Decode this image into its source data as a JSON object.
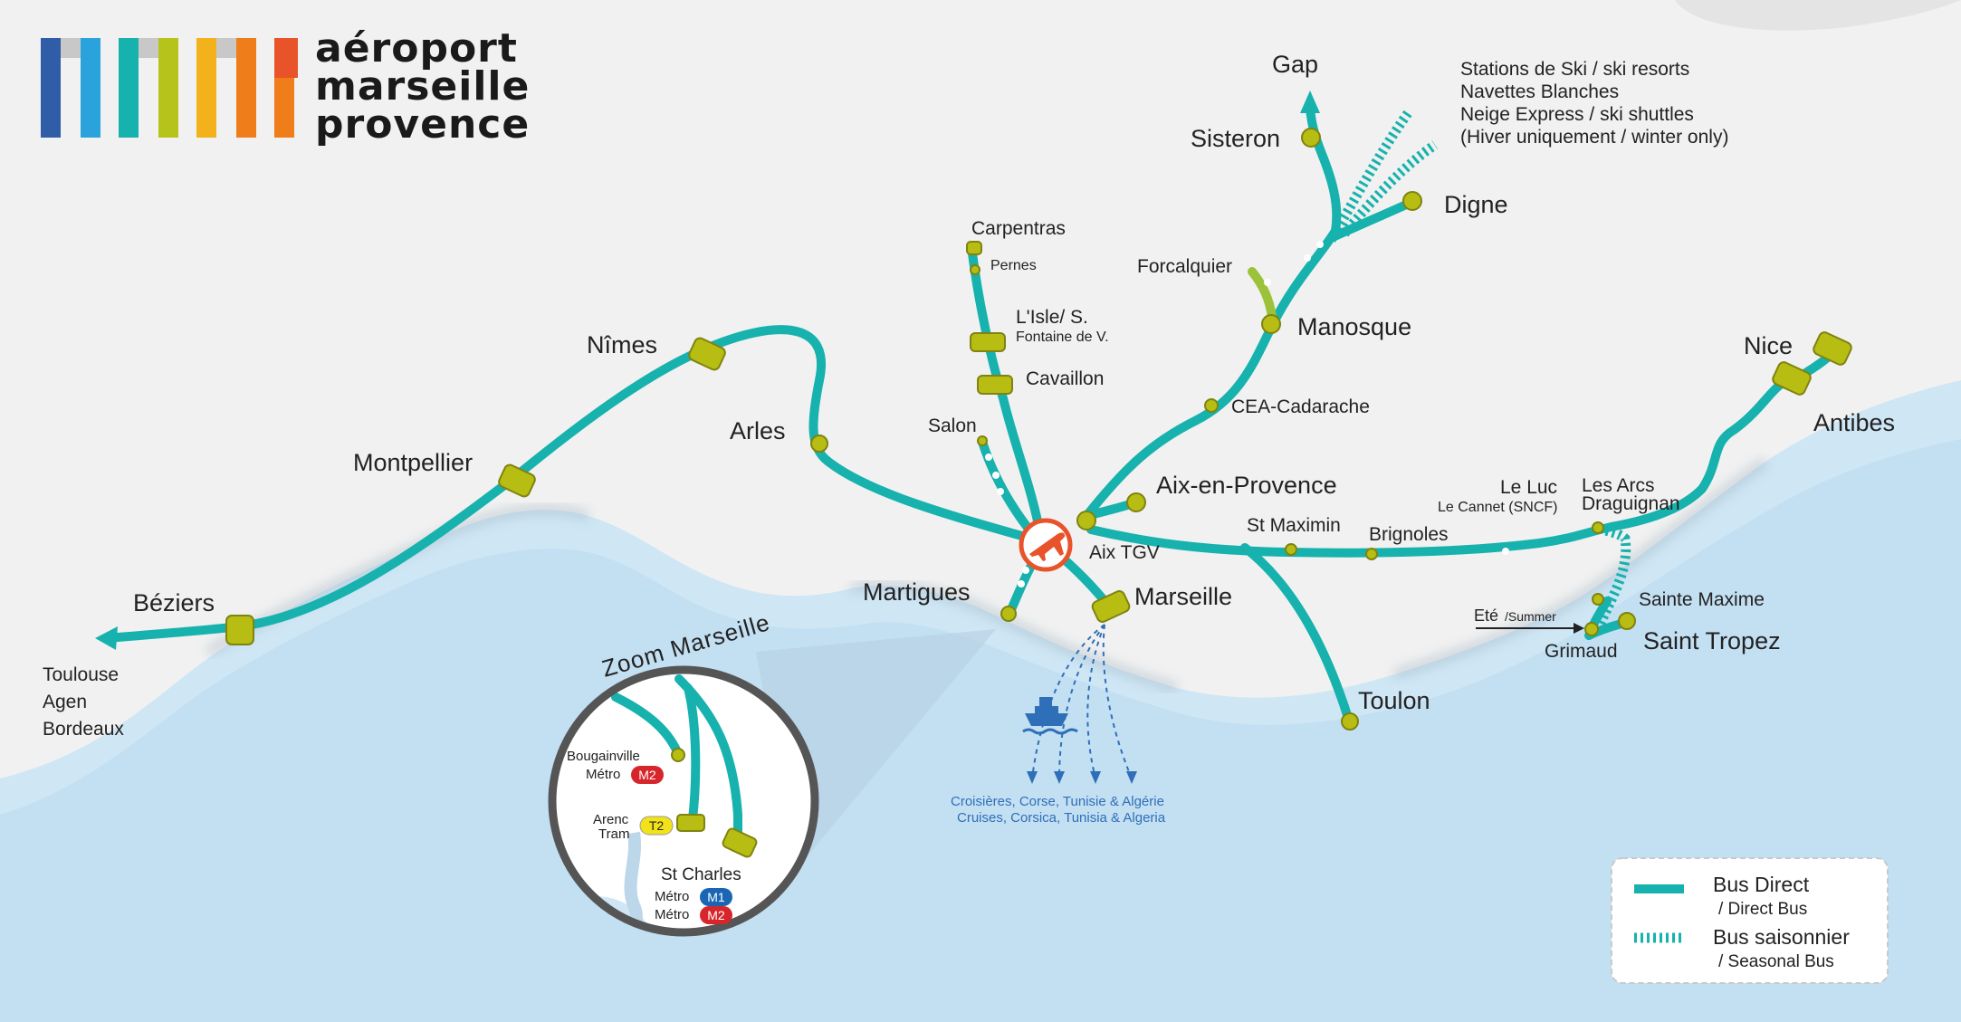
{
  "logo": {
    "line1": "aéroport",
    "line2": "marseille",
    "line3": "provence",
    "bar_colors": [
      "#2f5da7",
      "#2aa3dd",
      "#17b2ad",
      "#b6c31a",
      "#f3b21b",
      "#ef7d1a",
      "#e8532a"
    ]
  },
  "colors": {
    "route": "#17b2ad",
    "stop": "#b7bd12",
    "sea": "#cfe6f5",
    "land": "#f1f1f1",
    "airport": "#e8532a",
    "ferry": "#2f6fb8"
  },
  "cities": {
    "gap": "Gap",
    "sisteron": "Sisteron",
    "digne": "Digne",
    "manosque": "Manosque",
    "forcalquier": "Forcalquier",
    "cea": "CEA-Cadarache",
    "carpentras": "Carpentras",
    "pernes": "Pernes",
    "lisle": "L'Isle/ S.",
    "lisle_sub": "Fontaine de V.",
    "cavaillon": "Cavaillon",
    "salon": "Salon",
    "nimes": "Nîmes",
    "arles": "Arles",
    "montpellier": "Montpellier",
    "beziers": "Béziers",
    "toulouse": "Toulouse",
    "agen": "Agen",
    "bordeaux": "Bordeaux",
    "aix": "Aix-en-Provence",
    "aixtgv": "Aix TGV",
    "martigues": "Martigues",
    "marseille": "Marseille",
    "stmaximin": "St Maximin",
    "brignoles": "Brignoles",
    "leluc": "Le Luc",
    "lecannet": "Le Cannet (SNCF)",
    "lesarcs": "Les Arcs",
    "draguignan": "Draguignan",
    "nice": "Nice",
    "antibes": "Antibes",
    "toulon": "Toulon",
    "saintemaxime": "Sainte Maxime",
    "sainttropez": "Saint Tropez",
    "grimaud": "Grimaud",
    "ete": "Eté",
    "summer": "/Summer"
  },
  "ski": {
    "line1": "Stations de Ski / ski resorts",
    "line2": "Navettes Blanches",
    "line3": "Neige Express / ski shuttles",
    "line4": "(Hiver uniquement / winter only)"
  },
  "ferry": {
    "line1": "Croisières, Corse, Tunisie & Algérie",
    "line2": "Cruises, Corsica, Tunisia & Algeria"
  },
  "zoom": {
    "title": "Zoom Marseille",
    "bougainville": "Bougainville",
    "metro": "Métro",
    "m2": "M2",
    "m1": "M1",
    "arenc": "Arenc",
    "tram": "Tram",
    "t2": "T2",
    "stcharles": "St Charles"
  },
  "legend": {
    "direct": "Bus Direct",
    "direct_en": "/ Direct Bus",
    "seasonal": "Bus saisonnier",
    "seasonal_en": "/ Seasonal Bus"
  }
}
